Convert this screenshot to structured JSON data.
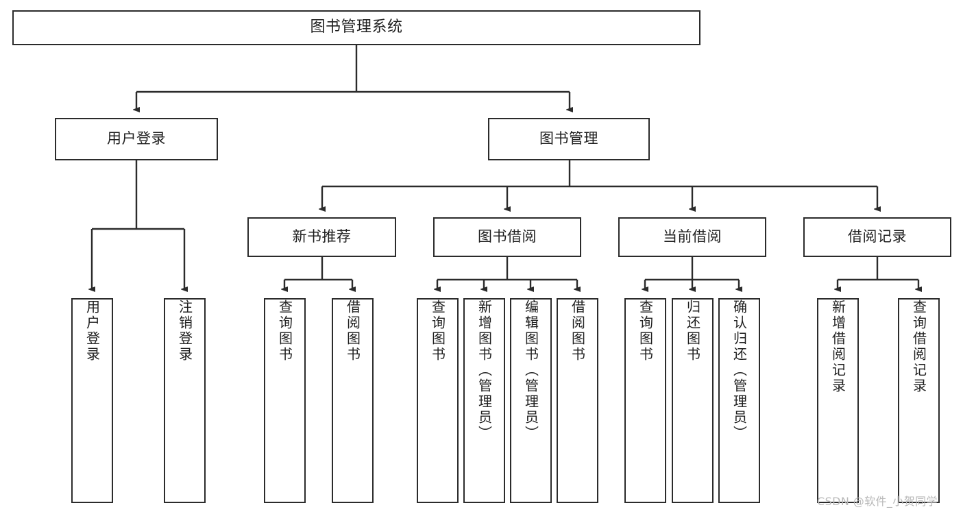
{
  "diagram": {
    "title_text": "图书管理系统",
    "type": "tree-hierarchy",
    "stroke_color": "#2b2b2b",
    "text_color": "#1f1f1f",
    "background_color": "#ffffff",
    "watermark_color": "#b9b9b9"
  },
  "watermark": {
    "text": "CSDN @软件_小贺同学"
  },
  "nodes": {
    "root": {
      "label": "图书管理系统"
    },
    "level1": [
      {
        "label": "用户登录"
      },
      {
        "label": "图书管理"
      }
    ],
    "level2": [
      {
        "label": "新书推荐"
      },
      {
        "label": "图书借阅"
      },
      {
        "label": "当前借阅"
      },
      {
        "label": "借阅记录"
      }
    ],
    "leaves_user_login": [
      {
        "label": "用户登录"
      },
      {
        "label": "注销登录"
      }
    ],
    "leaves_new_book": [
      {
        "label": "查询图书"
      },
      {
        "label": "借阅图书"
      }
    ],
    "leaves_borrow": [
      {
        "label": "查询图书"
      },
      {
        "label": "新增图书（管理员）"
      },
      {
        "label": "编辑图书（管理员）"
      },
      {
        "label": "借阅图书"
      }
    ],
    "leaves_current": [
      {
        "label": "查询图书"
      },
      {
        "label": "归还图书"
      },
      {
        "label": "确认归还（管理员）"
      }
    ],
    "leaves_records": [
      {
        "label": "新增借阅记录"
      },
      {
        "label": "查询借阅记录"
      }
    ]
  }
}
